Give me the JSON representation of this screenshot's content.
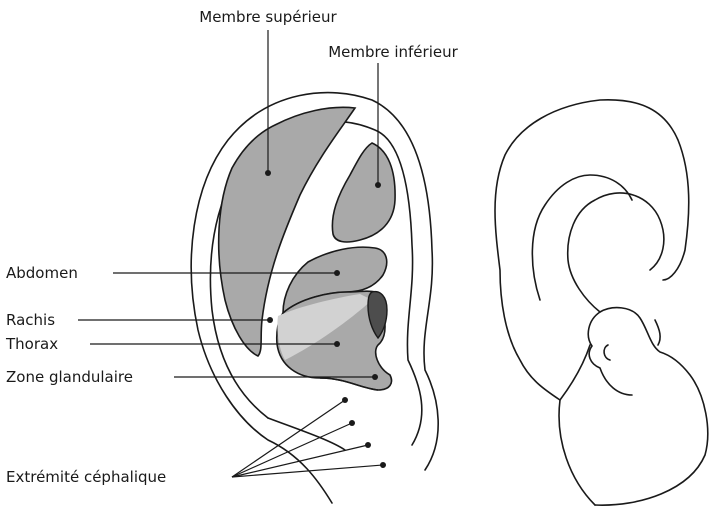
{
  "labels": {
    "membre_superieur": "Membre supérieur",
    "membre_inferieur": "Membre inférieur",
    "abdomen": "Abdomen",
    "rachis": "Rachis",
    "thorax": "Thorax",
    "zone_glandulaire": "Zone glandulaire",
    "extremite_cephalique": "Extrémité céphalique"
  },
  "colors": {
    "zone_fill": "#a9a9a9",
    "zone_light": "#d2d2d2",
    "zone_dark": "#4d4d4d",
    "line": "#1a1a1a"
  }
}
